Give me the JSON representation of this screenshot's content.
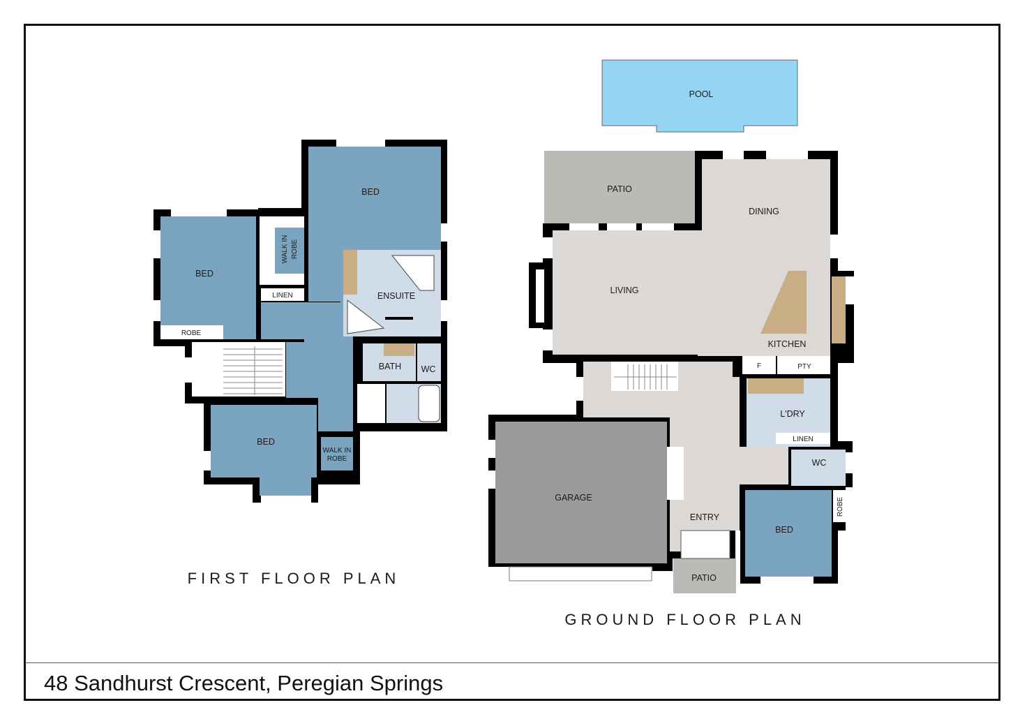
{
  "address": "48 Sandhurst Crescent, Peregian Springs",
  "first_floor": {
    "title": "FIRST FLOOR PLAN",
    "rooms": {
      "bed_top": "BED",
      "bed_left": "BED",
      "bed_bottom": "BED",
      "walk_in_robe_1": "WALK IN",
      "walk_in_robe_1b": "ROBE",
      "linen": "LINEN",
      "robe": "ROBE",
      "ensuite": "ENSUITE",
      "bath": "BATH",
      "wc": "WC",
      "walk_in_robe_2": "WALK IN",
      "walk_in_robe_2b": "ROBE"
    }
  },
  "ground_floor": {
    "title": "GROUND FLOOR PLAN",
    "rooms": {
      "pool": "POOL",
      "patio_top": "PATIO",
      "dining": "DINING",
      "living": "LIVING",
      "kitchen": "KITCHEN",
      "fridge": "F",
      "pantry": "PTY",
      "laundry": "L'DRY",
      "linen": "LINEN",
      "wc": "WC",
      "garage": "GARAGE",
      "entry": "ENTRY",
      "bed": "BED",
      "robe": "ROBE",
      "patio_bottom": "PATIO"
    }
  },
  "colors": {
    "bedroom": "#7ba4c1",
    "wet_area": "#cfdbe6",
    "living": "#dcd8d5",
    "patio": "#bcbab7",
    "garage": "#9b9b9b",
    "pool": "#94d4f5",
    "wall": "#000000",
    "bench": "#c9ad84"
  }
}
